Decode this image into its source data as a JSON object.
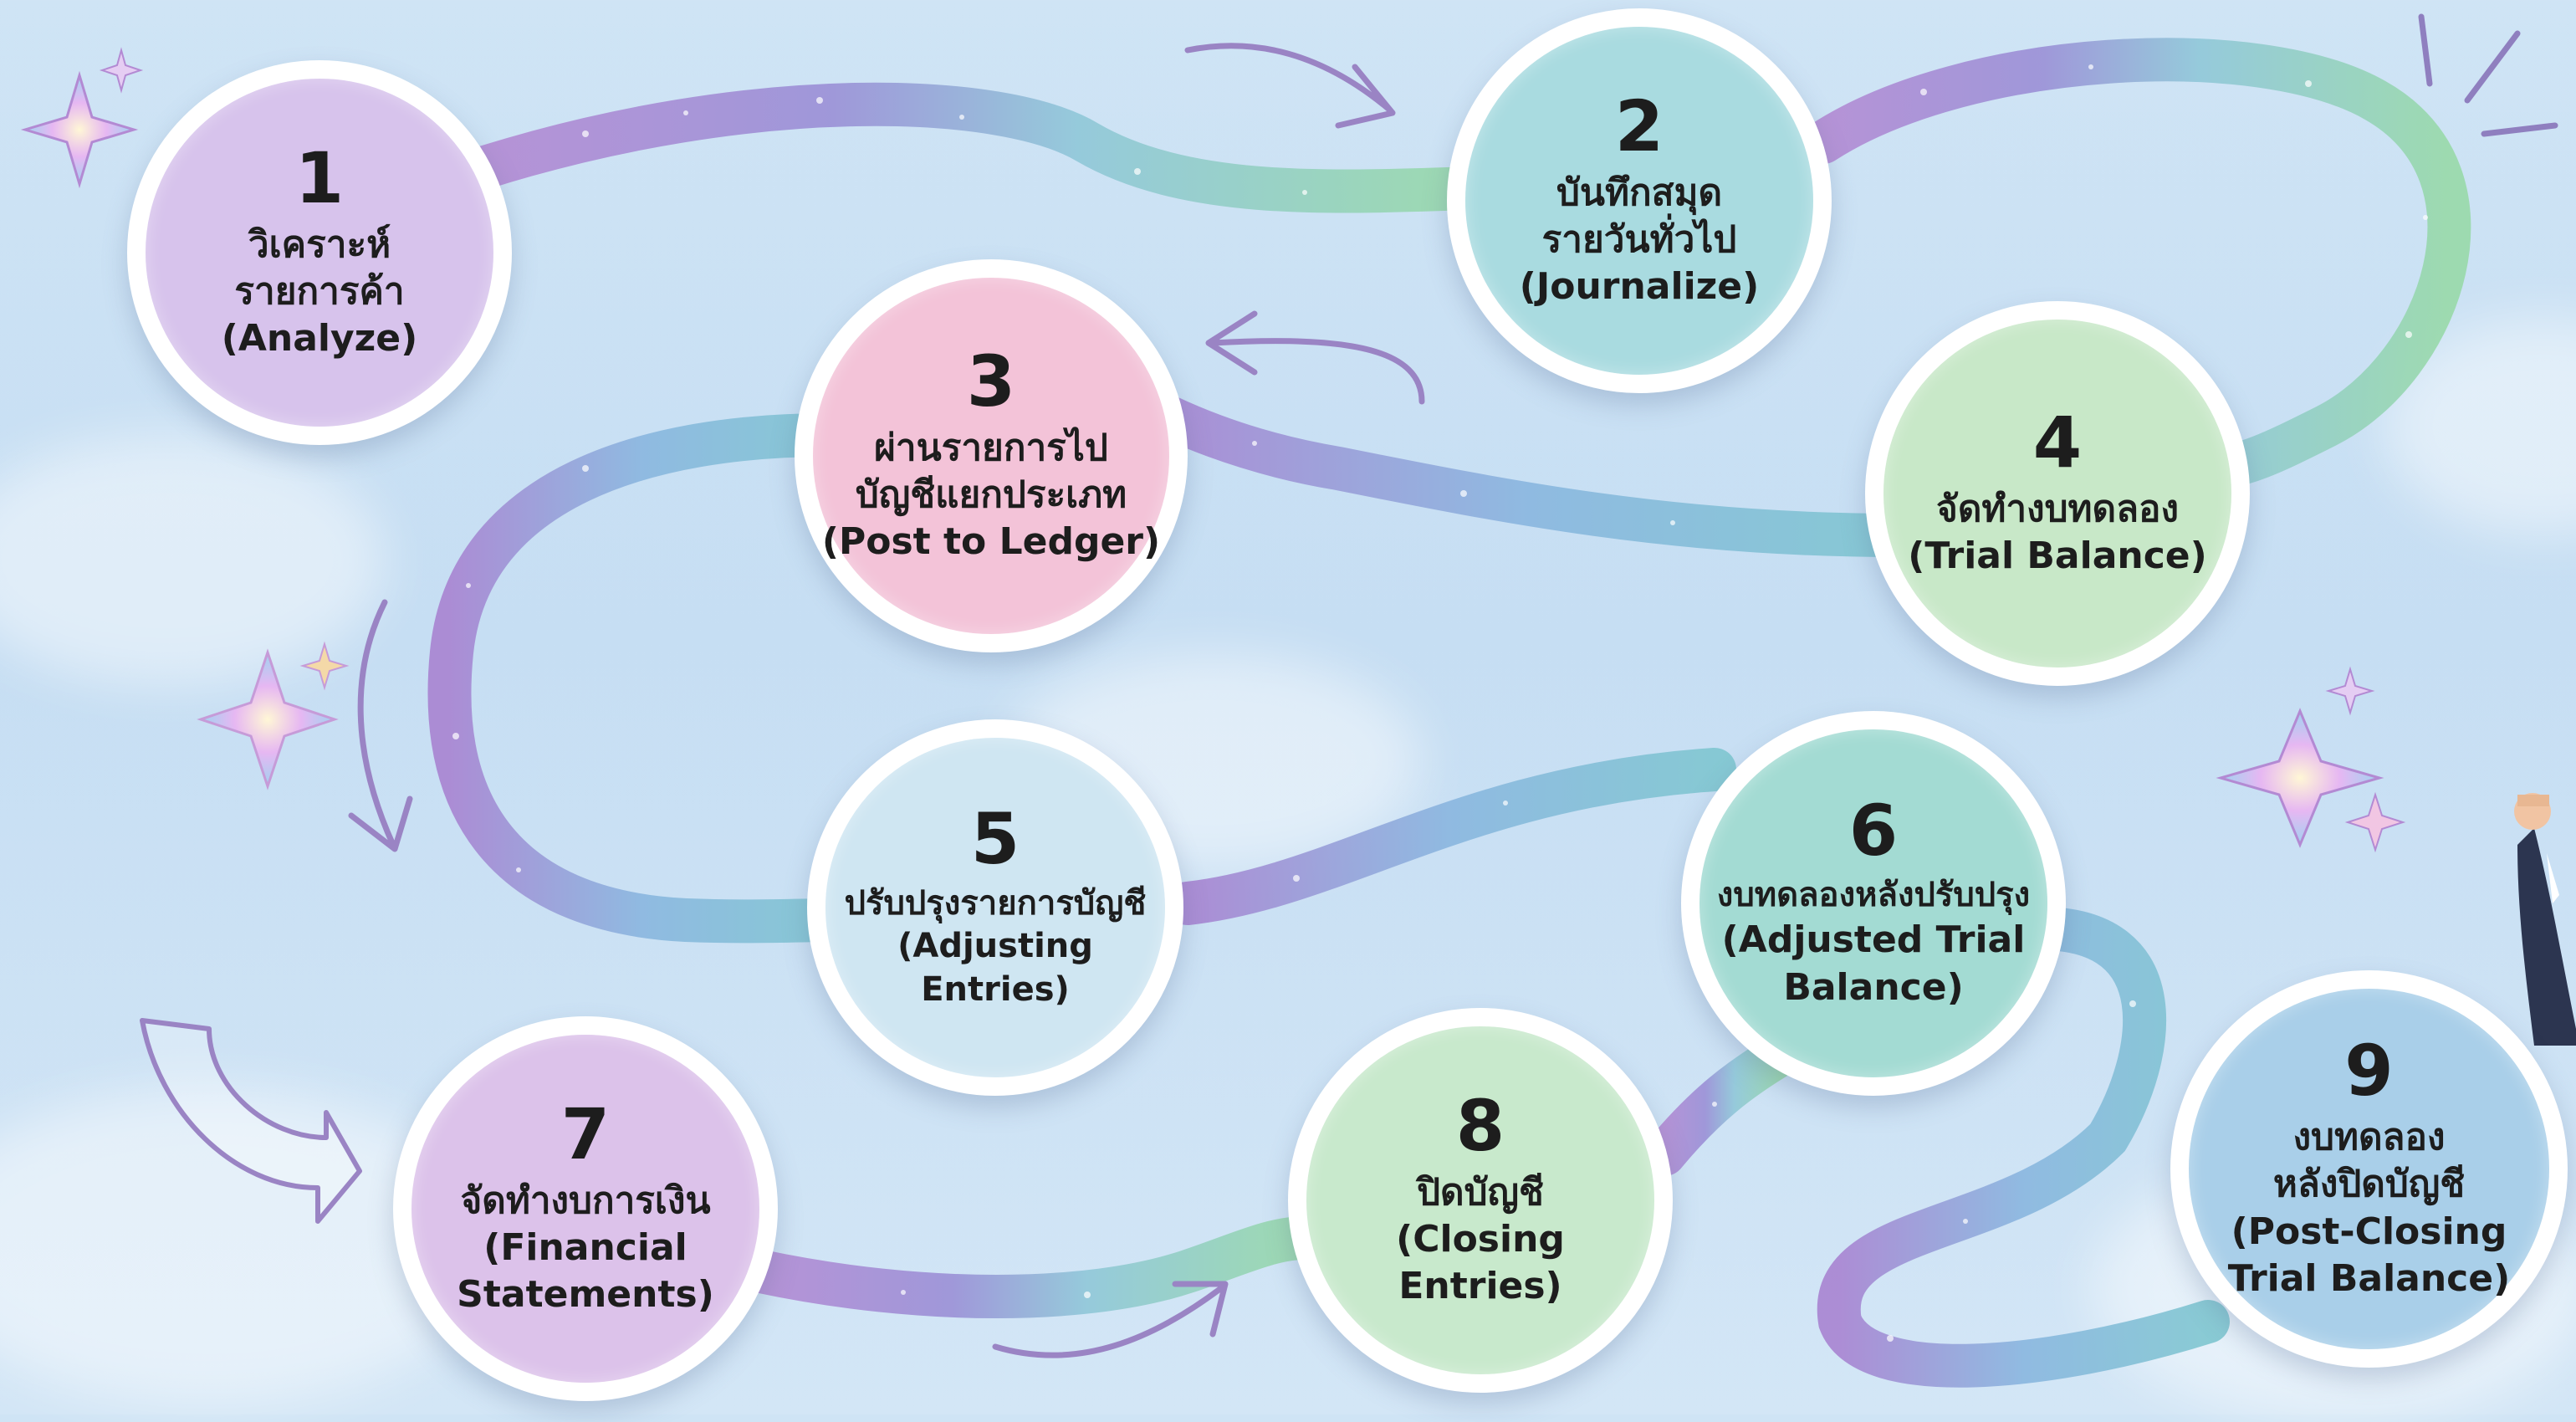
{
  "steps": [
    {
      "number": "1",
      "thai": "วิเคราะห์\nรายการค้า",
      "english": "(Analyze)",
      "color": "#d7c3ec"
    },
    {
      "number": "2",
      "thai": "บันทึกสมุด\nรายวันทั่วไป",
      "english": "(Journalize)",
      "color": "#a9dbe0"
    },
    {
      "number": "3",
      "thai": "ผ่านรายการไป\nบัญชีแยกประเภท",
      "english": "(Post to Ledger)",
      "color": "#f3c3d8"
    },
    {
      "number": "4",
      "thai": "จัดทำงบทดลอง",
      "english": "(Trial Balance)",
      "color": "#c8e8c8"
    },
    {
      "number": "5",
      "thai": "ปรับปรุงรายการบัญชี",
      "english": "(Adjusting Entries)",
      "color": "#cfe6f2"
    },
    {
      "number": "6",
      "thai": "งบทดลองหลังปรับปรุง",
      "english": "(Adjusted Trial\nBalance)",
      "color": "#a3dbd3"
    },
    {
      "number": "7",
      "thai": "จัดทำงบการเงิน",
      "english": "(Financial\nStatements)",
      "color": "#dcc2ea"
    },
    {
      "number": "8",
      "thai": "ปิดบัญชี",
      "english": "(Closing\nEntries)",
      "color": "#c8e9cc"
    },
    {
      "number": "9",
      "thai": "งบทดลอง\nหลังปิดบัญชี",
      "english": "(Post-Closing\nTrial Balance)",
      "color": "#a9cfe9"
    }
  ]
}
